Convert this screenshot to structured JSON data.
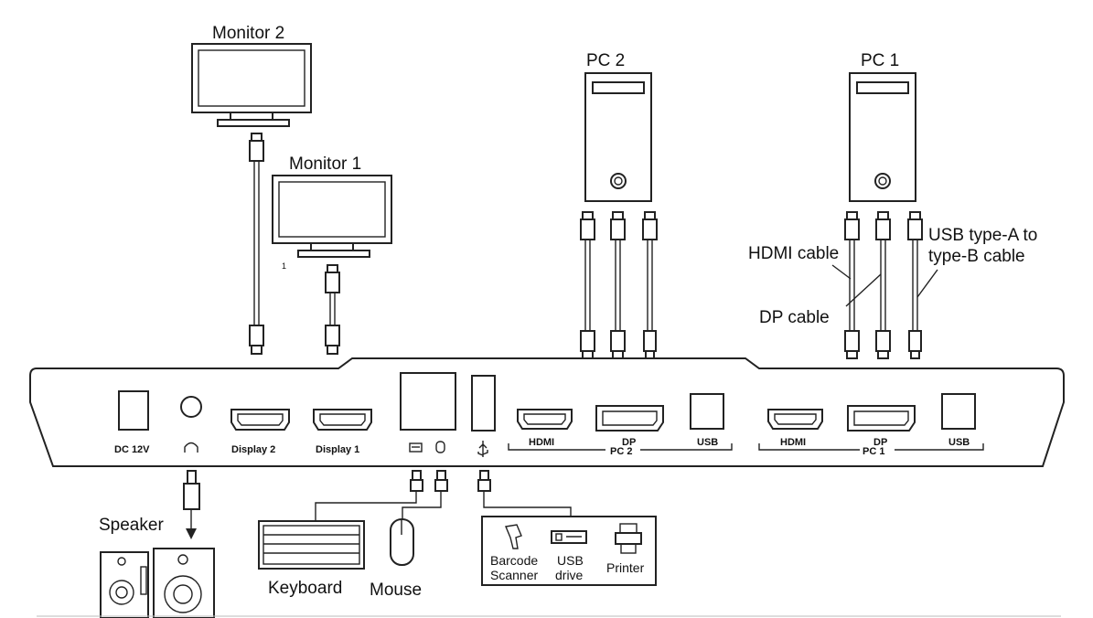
{
  "labels": {
    "monitor2": "Monitor 2",
    "monitor1": "Monitor 1",
    "monitor1_num": "1",
    "pc2": "PC 2",
    "pc1": "PC 1",
    "hdmi_cable": "HDMI cable",
    "dp_cable": "DP cable",
    "usb_cable_line1": "USB type-A to",
    "usb_cable_line2": "type-B cable",
    "speaker": "Speaker",
    "keyboard": "Keyboard",
    "mouse": "Mouse",
    "barcode_line1": "Barcode",
    "barcode_line2": "Scanner",
    "usbdrive_line1": "USB",
    "usbdrive_line2": "drive",
    "printer": "Printer"
  },
  "ports": {
    "dc": "DC 12V",
    "display2": "Display 2",
    "display1": "Display 1",
    "pc2_hdmi": "HDMI",
    "pc2_dp": "DP",
    "pc2_usb": "USB",
    "pc2_group": "PC 2",
    "pc1_hdmi": "HDMI",
    "pc1_dp": "DP",
    "pc1_usb": "USB",
    "pc1_group": "PC 1"
  }
}
